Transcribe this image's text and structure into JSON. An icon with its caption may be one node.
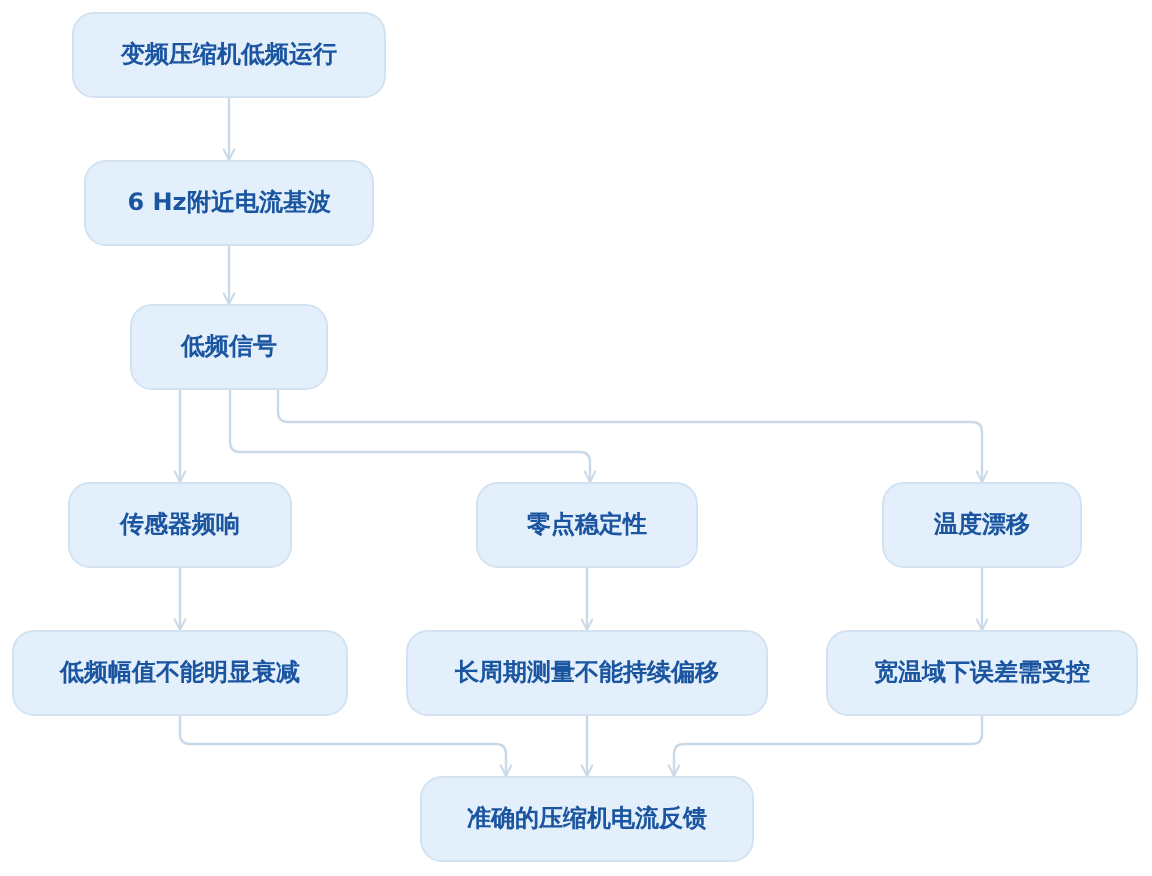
{
  "diagram": {
    "nodes": [
      {
        "text": [
          "变频压缩机低频运行"
        ]
      },
      {
        "text": [
          "6 Hz附近电流基波"
        ]
      },
      {
        "text": [
          "低频信号"
        ]
      },
      {
        "text": [
          "传感器频响"
        ]
      },
      {
        "text": [
          "零点稳定性"
        ]
      },
      {
        "text": [
          "温度漂移"
        ]
      },
      {
        "text": [
          "低频幅值不能明显衰减"
        ]
      },
      {
        "text": [
          "长周期测量不能持续偏移"
        ]
      },
      {
        "text": [
          "宽温域下误差需受控"
        ]
      },
      {
        "text": [
          "准确的压缩机电流反馈"
        ]
      }
    ],
    "edges": [
      {
        "from": 0,
        "to": 1,
        "arrow": "to"
      },
      {
        "from": 1,
        "to": 2,
        "arrow": "to"
      },
      {
        "from": 2,
        "to": 3,
        "arrow": "to"
      },
      {
        "from": 2,
        "to": 4,
        "arrow": "to"
      },
      {
        "from": 2,
        "to": 5,
        "arrow": "to"
      },
      {
        "from": 3,
        "to": 6,
        "arrow": "to"
      },
      {
        "from": 4,
        "to": 7,
        "arrow": "to"
      },
      {
        "from": 5,
        "to": 8,
        "arrow": "to"
      },
      {
        "from": 6,
        "to": 9,
        "arrow": "to"
      },
      {
        "from": 7,
        "to": 9,
        "arrow": "to"
      },
      {
        "from": 8,
        "to": 9,
        "arrow": "to"
      }
    ]
  }
}
